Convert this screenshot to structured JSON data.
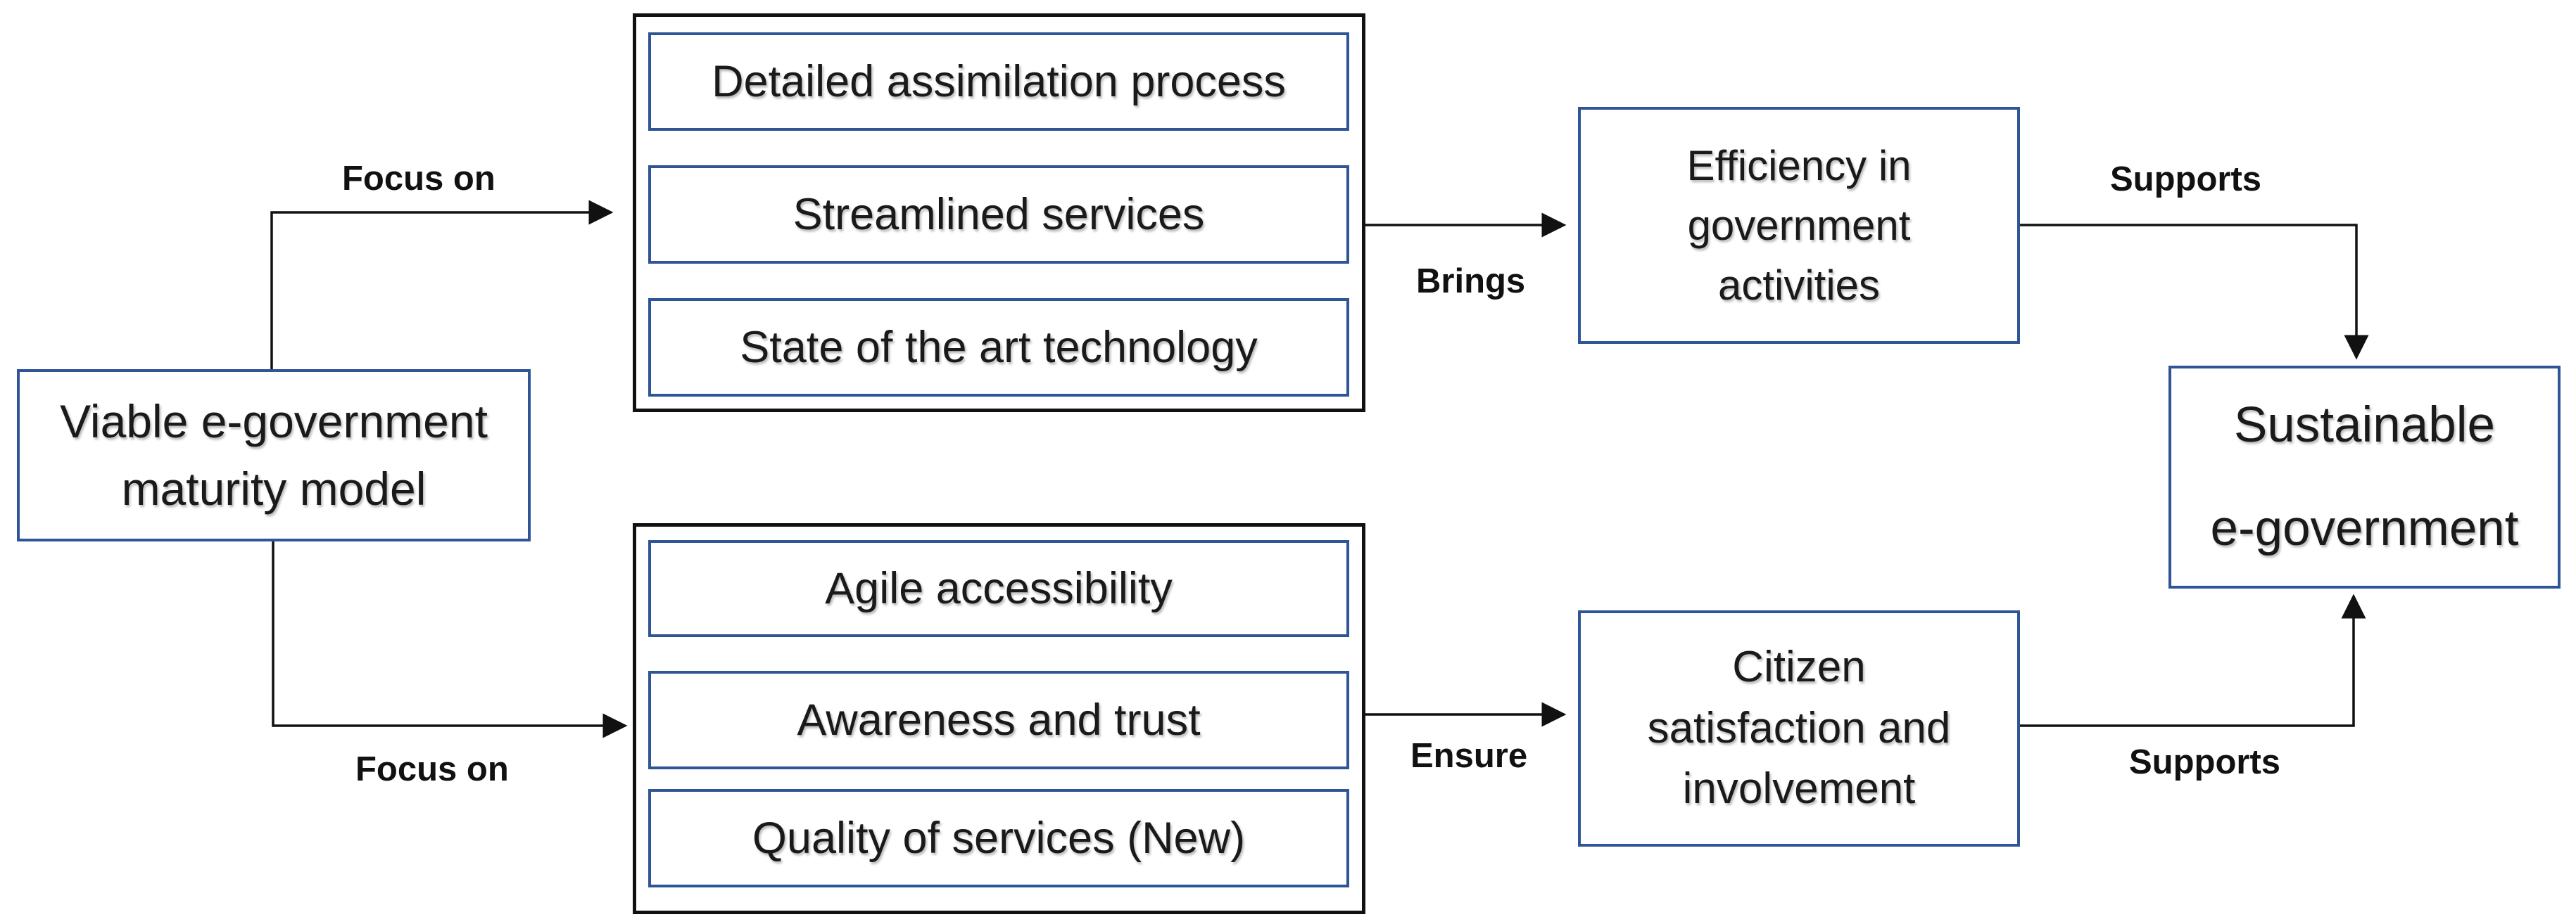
{
  "root": {
    "label": "Viable e-government\nmaturity model"
  },
  "top_group": {
    "items": [
      "Detailed assimilation process",
      "Streamlined services",
      "State of the art technology"
    ]
  },
  "bottom_group": {
    "items": [
      "Agile accessibility",
      "Awareness and trust",
      "Quality of services (New)"
    ]
  },
  "efficiency": {
    "label": "Efficiency in\ngovernment\nactivities"
  },
  "citizen": {
    "label": "Citizen\nsatisfaction and\ninvolvement"
  },
  "goal": {
    "label": "Sustainable\ne-government"
  },
  "edges": {
    "focus_on_top": "Focus on",
    "focus_on_bottom": "Focus on",
    "brings": "Brings",
    "ensure": "Ensure",
    "supports_top": "Supports",
    "supports_bottom": "Supports"
  },
  "colors": {
    "box_border": "#2f5597",
    "group_border": "#111111",
    "arrow": "#111111"
  }
}
